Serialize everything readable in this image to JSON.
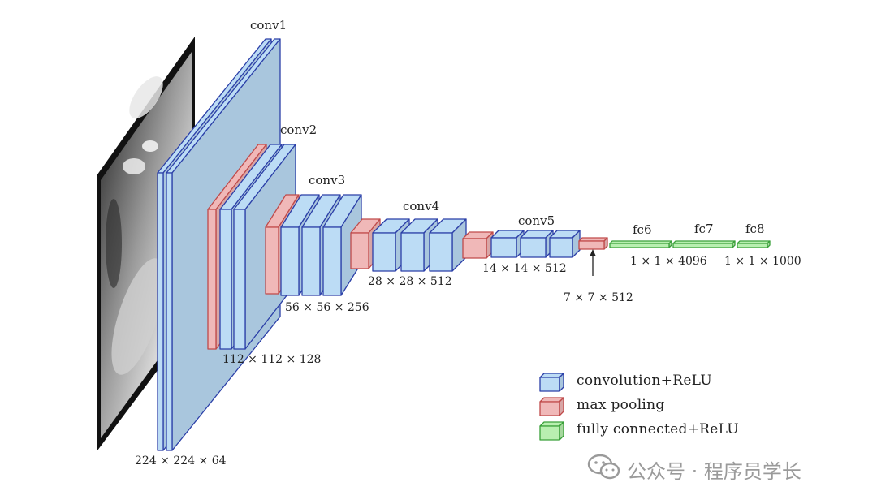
{
  "layers": {
    "conv1": "conv1",
    "conv2": "conv2",
    "conv3": "conv3",
    "conv4": "conv4",
    "conv5": "conv5",
    "fc6": "fc6",
    "fc7": "fc7",
    "fc8": "fc8"
  },
  "dims": {
    "conv1": "224 × 224 × 64",
    "conv2": "112 × 112 × 128",
    "conv3": "56 × 56 × 256",
    "conv4": "28 × 28 × 512",
    "conv5": "14 × 14 × 512",
    "pool5": "7 × 7 × 512",
    "fc7": "1 × 1 × 4096",
    "fc8": "1 × 1 × 1000"
  },
  "legend": [
    {
      "label": "convolution+ReLU",
      "color": "#bcdcf5",
      "stroke": "#2b3fa8"
    },
    {
      "label": "max pooling",
      "color": "#f0b8b8",
      "stroke": "#c04a4a"
    },
    {
      "label": "fully connected+ReLU",
      "color": "#b8efb0",
      "stroke": "#3aa03a"
    }
  ],
  "colors": {
    "conv_fill": "#bcdcf5",
    "conv_stroke": "#2b3fa8",
    "pool_fill": "#f0b8b8",
    "pool_stroke": "#c04a4a",
    "fc_fill": "#b8efb0",
    "fc_stroke": "#3aa03a"
  },
  "watermark": {
    "icon": "wechat-icon",
    "text": "公众号 · 程序员学长"
  }
}
